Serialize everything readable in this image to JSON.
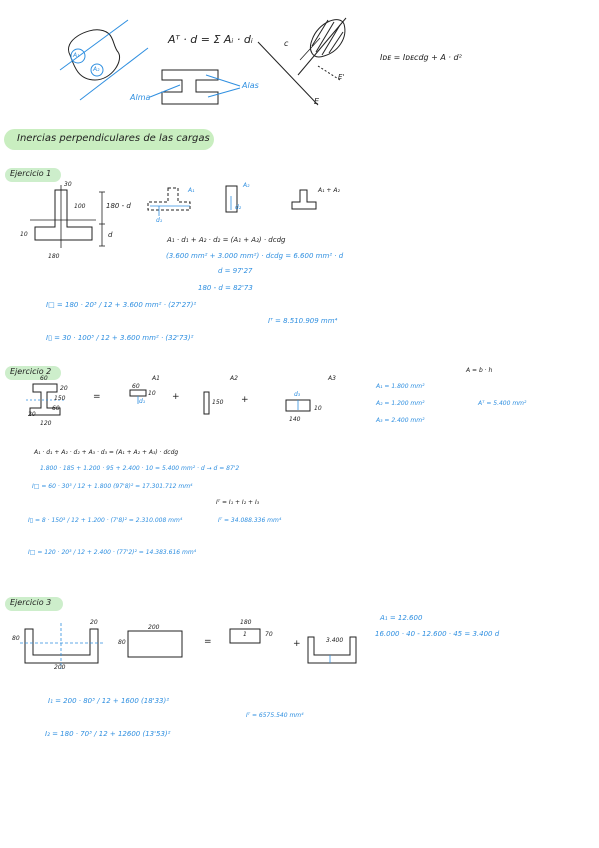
{
  "top": {
    "main_formula": "Aᵀ · d = Σ Aᵢ · dᵢ",
    "steiner": "Iᴅᴇ = Iᴅᴇcdg  + A · d²",
    "a1": "A₁",
    "a2": "A₂",
    "aleft": "Alma",
    "aright": "Alas",
    "c": "c",
    "e1": "E",
    "e2": "E'"
  },
  "section_title": "Inercias perpendiculares de las cargas",
  "ej1": {
    "title": "Ejercicio 1",
    "dims": {
      "w30": "30",
      "h100": "100",
      "bottom180": "180",
      "left10": "10",
      "r180d": "180 - d",
      "rd": "d"
    },
    "pieces": {
      "a1": "A₁",
      "a2": "A₂",
      "sum": "A₁ + A₂",
      "d1": "d₁",
      "d2": "d₂"
    },
    "eq1": "A₁ · d₁ + A₂ · d₂ = (A₁ + A₂) · dᴄdg",
    "eq2": "(3.600 mm² + 3.000 mm²) · dᴄdg = 6.600 mm² · d",
    "eq3": "d = 97'27",
    "eq4": "180 - d = 82'73",
    "i1": "I□ = 180 · 20³ / 12 + 3.600 mm² · (27'27)²",
    "i2": "I▯ = 30 · 100³ / 12 + 3.600 mm² · (32'73)²",
    "it": "Iᵀ = 8.510.909 mm⁴"
  },
  "ej2": {
    "title": "Ejercicio 2",
    "dims": {
      "top60": "60",
      "r20": "20",
      "r150": "150",
      "r60": "60",
      "b20": "20",
      "b120": "120"
    },
    "pieces": {
      "p1": "60",
      "p1d": "d₁",
      "p2": "150",
      "p3": "140",
      "p3d": "d₃",
      "h10": "10",
      "a1": "A1",
      "a2": "A2",
      "a3": "A3"
    },
    "ops": {
      "eq": "=",
      "plus1": "+",
      "plus2": "+"
    },
    "abh": "A = b · h",
    "areas": [
      "A₁ = 1.800 mm²",
      "A₂ = 1.200 mm²",
      "A₃ = 2.400 mm²"
    ],
    "at": "Aᵀ = 5.400 mm²",
    "eq1": "A₁ · d₁ + A₂ · d₂ + A₃ · d₃ = (A₁ + A₂ + A₃) · dᴄdg",
    "eq2": "1.800 · 185 + 1.200 · 95 + 2.400 · 10 = 5.400 mm² · d   →  d = 87'2",
    "i1": "I□ = 60 · 30³ / 12 + 1.800 (97'8)² = 17.301.712 mm⁴",
    "it_sum": "Iᵀ = I₁ + I₂ + I₃",
    "i2": "I▯ = 8 · 150³ / 12 + 1.200 · (7'8)² = 2.310.008 mm⁴",
    "it": "Iᵀ = 34.088.336 mm⁴",
    "i3": "I□ = 120 · 20³ / 12 + 2.400 · (77'2)² = 14.383.616 mm⁴"
  },
  "ej3": {
    "title": "Ejercicio 3",
    "dims": {
      "h80": "80",
      "w20": "20",
      "w200": "200",
      "b80": "80",
      "rect200": "200",
      "s180": "180",
      "s1": "1",
      "s70": "70",
      "s3400": "3.400"
    },
    "ops": {
      "eq": "=",
      "plus": "+"
    },
    "a1": "A₁ = 12.600",
    "eq1": "16.000 · 40 - 12.600 · 45 = 3.400 d",
    "i1": "I₁ = 200 · 80³ / 12 + 1600 (18'33)²",
    "i2": "I₂ = 180 · 70³ / 12 + 12600 (13'53)²",
    "it": "Iᵀ = 6575.540 mm⁴"
  }
}
